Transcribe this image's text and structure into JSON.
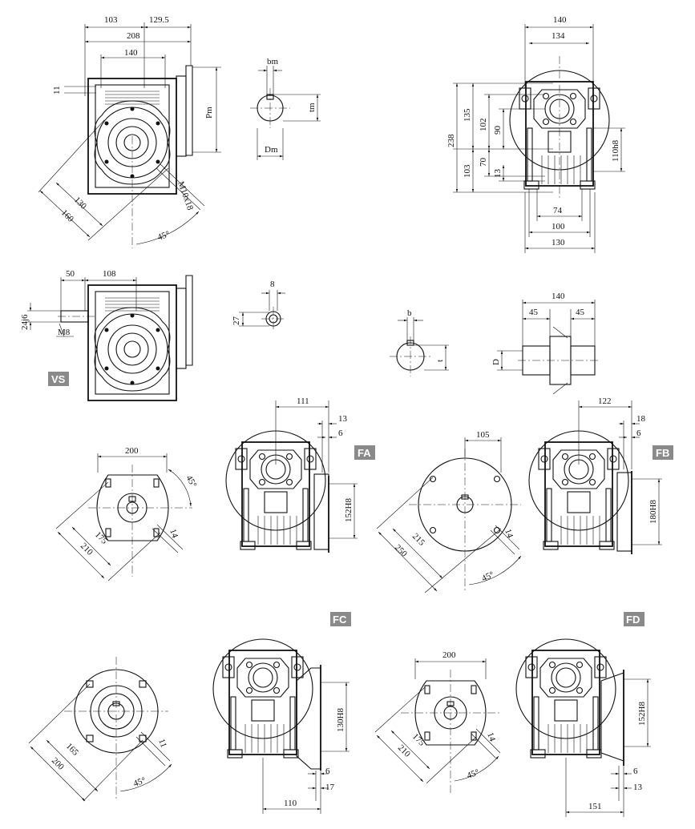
{
  "badges": {
    "vs": "VS",
    "fa": "FA",
    "fb": "FB",
    "fc": "FC",
    "fd": "FD"
  },
  "view_top_left": {
    "d103": "103",
    "d129_5": "129.5",
    "d208": "208",
    "d140": "140",
    "d11": "11",
    "d130": "130",
    "d160": "160",
    "d45deg": "45°",
    "dM10": "M10x18",
    "dPm": "Pm"
  },
  "key_bore": {
    "bm": "bm",
    "tm": "tm",
    "Dm": "Dm"
  },
  "view_top_right": {
    "d140": "140",
    "d134": "134",
    "d238": "238",
    "d135": "135",
    "d103": "103",
    "d102": "102",
    "d90": "90",
    "d70": "70",
    "d13": "13",
    "d110h8": "110h8",
    "d74": "74",
    "d100": "100",
    "d130": "130"
  },
  "view_vs": {
    "d50": "50",
    "d108": "108",
    "d24j6": "24j6",
    "dM8": "M8"
  },
  "shaft_key": {
    "d8": "8",
    "d27": "27"
  },
  "hollow_key": {
    "b": "b",
    "t": "t"
  },
  "hollow_shaft": {
    "d140": "140",
    "d45a": "45",
    "d45b": "45",
    "dD": "D"
  },
  "flange_fa": {
    "d200": "200",
    "d45deg": "45°",
    "d175": "175",
    "d210": "210",
    "d14": "14"
  },
  "side_fa": {
    "d111": "111",
    "d13": "13",
    "d6": "6",
    "d152H8": "152H8"
  },
  "flange_fb": {
    "d105": "105",
    "d215": "215",
    "d250": "250",
    "d14": "14",
    "d45deg": "45°"
  },
  "side_fb": {
    "d122": "122",
    "d18": "18",
    "d6": "6",
    "d180H8": "180H8"
  },
  "flange_fc": {
    "d165": "165",
    "d200": "200",
    "d11": "11",
    "d45deg": "45°"
  },
  "side_fc": {
    "d130H8": "130H8",
    "d6": "6",
    "d17": "17",
    "d110": "110"
  },
  "flange_fd": {
    "d200": "200",
    "d175": "175",
    "d210": "210",
    "d14": "14",
    "d45deg": "45°"
  },
  "side_fd": {
    "d152H8": "152H8",
    "d6": "6",
    "d13": "13",
    "d151": "151"
  }
}
